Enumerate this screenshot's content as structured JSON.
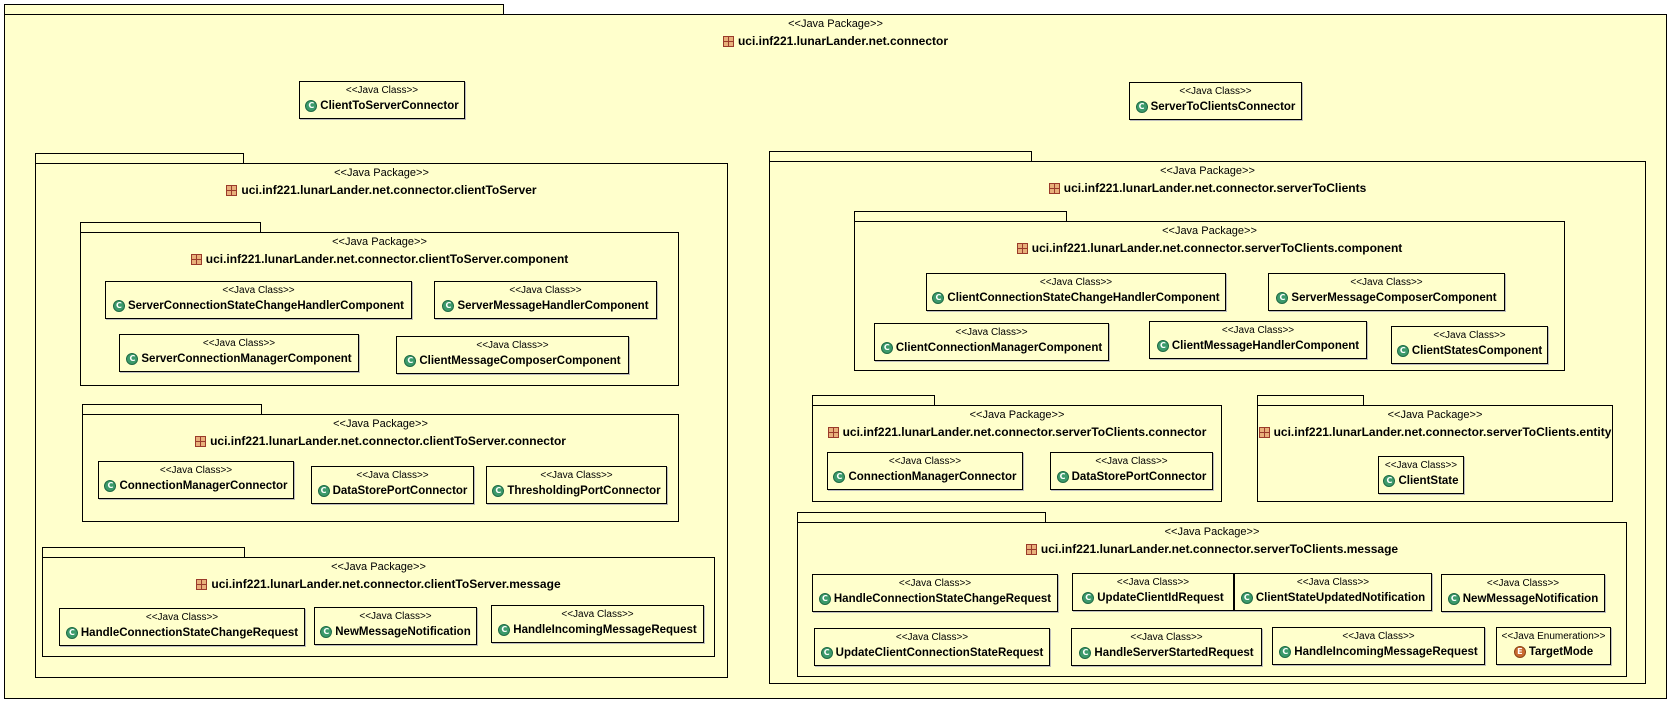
{
  "stereotypes": {
    "package": "<<Java Package>>",
    "class": "<<Java Class>>",
    "enumeration": "<<Java Enumeration>>"
  },
  "icons": {
    "package": "package-icon",
    "class": "class-icon",
    "enumeration": "enum-icon"
  },
  "colors": {
    "fill": "#ffffcc",
    "border": "#000000",
    "class_icon": "#3c9a6b",
    "enum_icon": "#c96a2f",
    "package_icon": "#e8b07a"
  },
  "root": {
    "name": "uci.inf221.lunarLander.net.connector"
  },
  "root_classes": [
    "ClientToServerConnector",
    "ServerToClientsConnector"
  ],
  "client_to_server": {
    "name": "uci.inf221.lunarLander.net.connector.clientToServer",
    "component": {
      "name": "uci.inf221.lunarLander.net.connector.clientToServer.component",
      "classes": [
        "ServerConnectionStateChangeHandlerComponent",
        "ServerMessageHandlerComponent",
        "ServerConnectionManagerComponent",
        "ClientMessageComposerComponent"
      ]
    },
    "connector": {
      "name": "uci.inf221.lunarLander.net.connector.clientToServer.connector",
      "classes": [
        "ConnectionManagerConnector",
        "DataStorePortConnector",
        "ThresholdingPortConnector"
      ]
    },
    "message": {
      "name": "uci.inf221.lunarLander.net.connector.clientToServer.message",
      "classes": [
        "HandleConnectionStateChangeRequest",
        "NewMessageNotification",
        "HandleIncomingMessageRequest"
      ]
    }
  },
  "server_to_clients": {
    "name": "uci.inf221.lunarLander.net.connector.serverToClients",
    "component": {
      "name": "uci.inf221.lunarLander.net.connector.serverToClients.component",
      "classes": [
        "ClientConnectionStateChangeHandlerComponent",
        "ServerMessageComposerComponent",
        "ClientConnectionManagerComponent",
        "ClientMessageHandlerComponent",
        "ClientStatesComponent"
      ]
    },
    "connector": {
      "name": "uci.inf221.lunarLander.net.connector.serverToClients.connector",
      "classes": [
        "ConnectionManagerConnector",
        "DataStorePortConnector"
      ]
    },
    "entity": {
      "name": "uci.inf221.lunarLander.net.connector.serverToClients.entity",
      "classes": [
        "ClientState"
      ]
    },
    "message": {
      "name": "uci.inf221.lunarLander.net.connector.serverToClients.message",
      "classes": [
        "HandleConnectionStateChangeRequest",
        "UpdateClientIdRequest",
        "ClientStateUpdatedNotification",
        "NewMessageNotification",
        "UpdateClientConnectionStateRequest",
        "HandleServerStartedRequest",
        "HandleIncomingMessageRequest"
      ],
      "enums": [
        "TargetMode"
      ]
    }
  }
}
